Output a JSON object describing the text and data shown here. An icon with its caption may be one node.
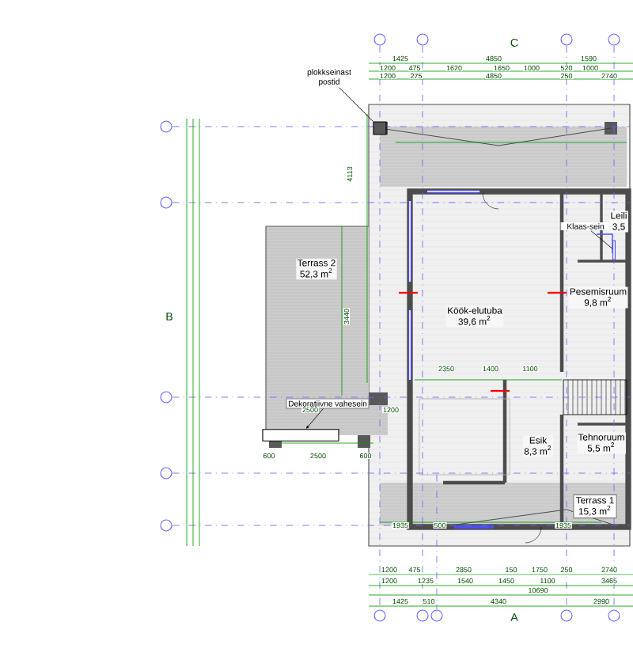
{
  "diagram": {
    "nodes": [
      {
        "text": [
          "Terrass 2",
          "52,3 m$^{2}$"
        ]
      },
      {
        "text": [
          "Köök-elutuba",
          "39,6 m$^{2}$"
        ]
      },
      {
        "text": [
          "Klaas-sein"
        ]
      },
      {
        "text": [],
        "shape": "bar"
      },
      {
        "text": [
          "Leili",
          "3,5"
        ]
      },
      {
        "text": [
          "Pesemisruum",
          "9,8 m$^{2}$"
        ]
      },
      {
        "text": [
          "Esik",
          "8,3 m$^{2}$"
        ]
      },
      {
        "text": [
          "Tehnoruum",
          "5,5 m$^{2}$"
        ]
      },
      {
        "text": [
          "Terrass 1",
          "15,3 m$^{2}$"
        ]
      },
      {
        "text": [
          "plokkseinast postid"
        ]
      },
      {
        "text": [],
        "shape": "box"
      },
      {
        "text": [
          "Dekoratiivne vahesein"
        ]
      },
      {
        "text": [],
        "shape": "box"
      }
    ],
    "edges": [
      {
        "from": 9,
        "to": 10,
        "arrow": "none"
      },
      {
        "from": 2,
        "to": 3,
        "arrow": "none"
      },
      {
        "from": 11,
        "to": 12,
        "arrow": "to"
      }
    ],
    "labels": [
      "C",
      "1425",
      "4850",
      "1590",
      "1200",
      "475",
      "1620",
      "1650",
      "1000",
      "520",
      "1000",
      "1200",
      "275",
      "4850",
      "250",
      "2740",
      "4113",
      "B",
      "3440",
      "2350",
      "1400",
      "1100",
      "2500",
      "1200",
      "600",
      "2500",
      "600",
      "1935",
      "500",
      "1935",
      "1200",
      "475",
      "2850",
      "150",
      "1750",
      "250",
      "2740",
      "1200",
      "1235",
      "1540",
      "1450",
      "1100",
      "3465",
      "10690",
      "1425",
      "510",
      "4340",
      "2990",
      "A"
    ]
  }
}
